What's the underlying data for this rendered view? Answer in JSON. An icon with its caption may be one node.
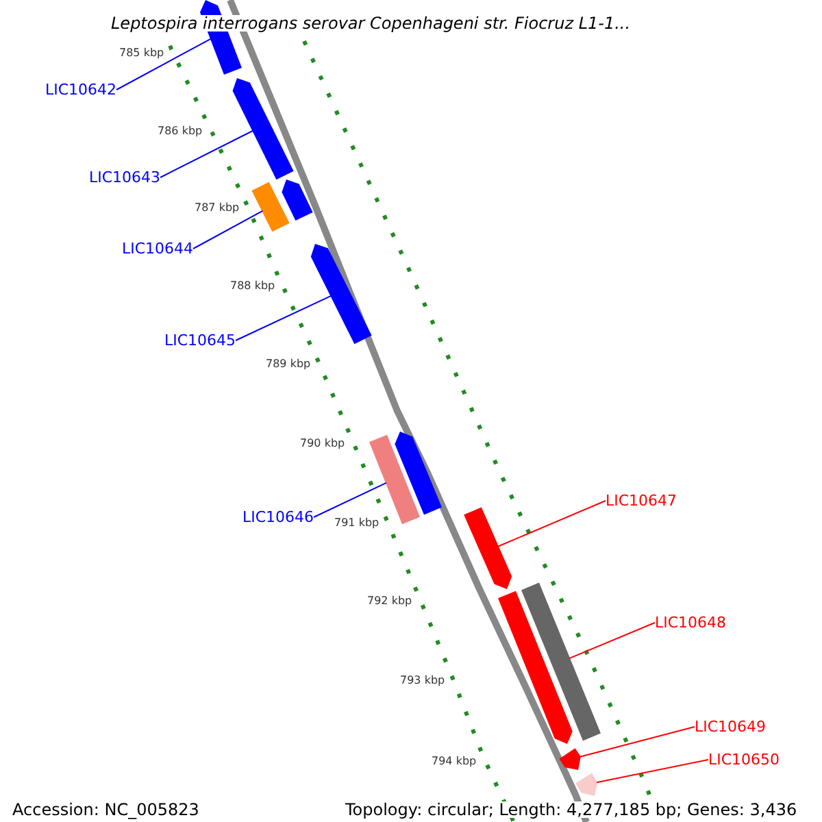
{
  "diagram": {
    "title": "Leptospira interrogans serovar Copenhageni str. Fiocruz L1-1...",
    "nodes": [
      {
        "text": [
          "LIC10642"
        ]
      },
      {
        "text": [
          "LIC10643"
        ]
      },
      {
        "text": [
          "LIC10644"
        ]
      },
      {
        "text": [
          "LIC10645"
        ]
      },
      {
        "text": [
          "LIC10646"
        ]
      },
      {
        "text": [
          "LIC10647"
        ]
      },
      {
        "text": [
          "LIC10648"
        ]
      },
      {
        "text": [
          "LIC10649"
        ]
      },
      {
        "text": [
          "LIC10650"
        ]
      },
      {
        "text": [],
        "shape": "bar"
      },
      {
        "text": [],
        "shape": "bar"
      },
      {
        "text": [],
        "shape": "bar"
      },
      {
        "text": [],
        "shape": "bar"
      },
      {
        "text": [],
        "shape": "bar"
      },
      {
        "text": [],
        "shape": "bar"
      },
      {
        "text": [],
        "shape": "bar"
      },
      {
        "text": [],
        "shape": "bar"
      },
      {
        "text": [],
        "shape": "bar"
      },
      {
        "text": [],
        "shape": "bar"
      },
      {
        "text": [],
        "shape": "bar"
      },
      {
        "text": [],
        "shape": "bar"
      }
    ],
    "edges": [
      {
        "from": 0,
        "to": 9,
        "arrow": "none"
      },
      {
        "from": 1,
        "to": 10,
        "arrow": "none"
      },
      {
        "from": 2,
        "to": 11,
        "arrow": "none"
      },
      {
        "from": 3,
        "to": 13,
        "arrow": "none"
      },
      {
        "from": 4,
        "to": 14,
        "arrow": "none"
      },
      {
        "from": 5,
        "to": 16,
        "arrow": "none",
        "color": "#ff0000"
      },
      {
        "from": 6,
        "to": 18,
        "arrow": "none",
        "color": "#ff0000"
      },
      {
        "from": 7,
        "to": 19,
        "arrow": "none",
        "color": "#ff0000"
      },
      {
        "from": 8,
        "to": 20,
        "arrow": "none",
        "color": "#ff0000"
      }
    ],
    "labels": [
      "785 kbp",
      "786 kbp",
      "787 kbp",
      "788 kbp",
      "789 kbp",
      "790 kbp",
      "791 kbp",
      "792 kbp",
      "793 kbp",
      "794 kbp",
      "Accession: NC_005823",
      "Topology: circular; Length: 4,277,185 bp; Genes: 3,436"
    ]
  }
}
